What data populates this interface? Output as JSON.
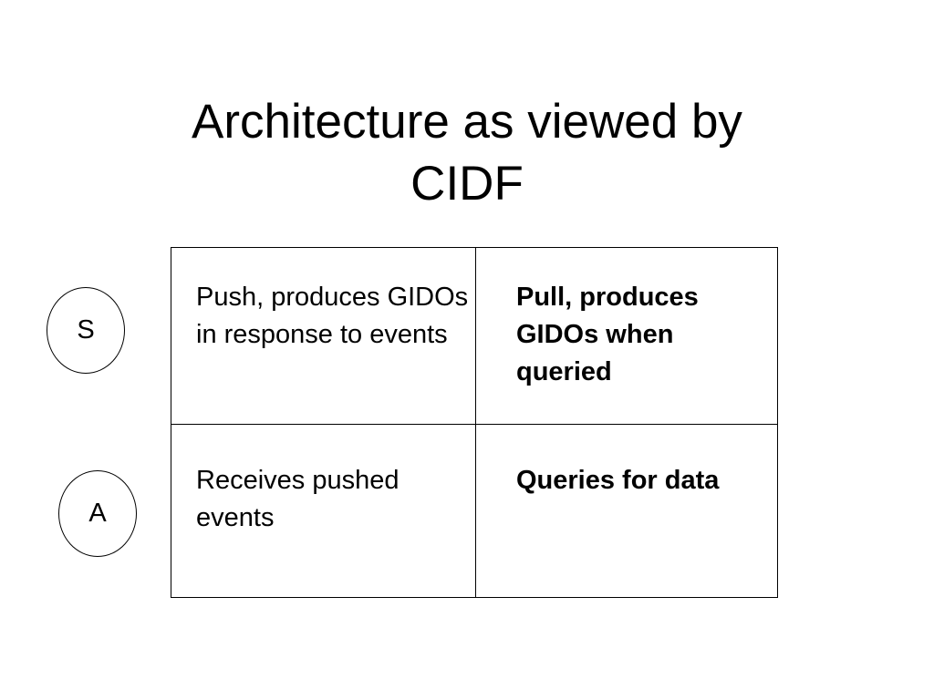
{
  "title": {
    "line1": "Architecture as viewed by",
    "line2": "CIDF"
  },
  "row_labels": {
    "s": "S",
    "a": "A"
  },
  "grid": {
    "top_left": "Push, produces GIDOs in response to events",
    "top_right": "Pull, produces GIDOs when queried",
    "bottom_left": "Receives pushed events",
    "bottom_right": "Queries for data"
  }
}
